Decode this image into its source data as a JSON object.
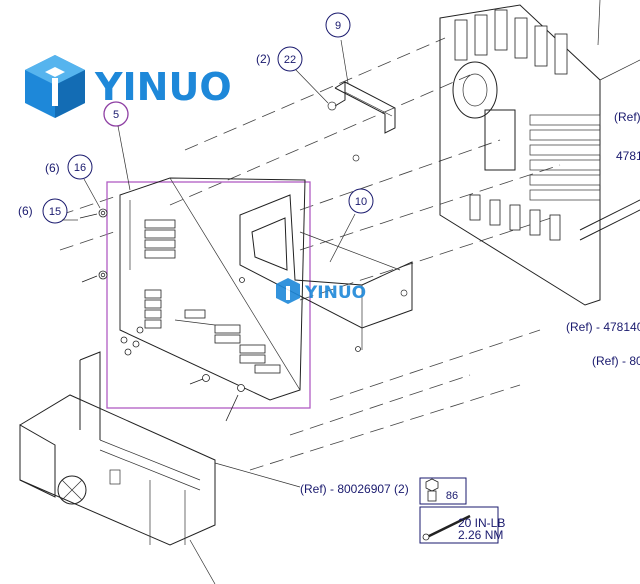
{
  "logo": {
    "brand": "YINUO",
    "watermark": "YINUO"
  },
  "callouts": {
    "c9": {
      "num": "9"
    },
    "c22": {
      "qty": "(2)",
      "num": "22"
    },
    "c5": {
      "num": "5"
    },
    "c16": {
      "qty": "(6)",
      "num": "16"
    },
    "c15": {
      "qty": "(6)",
      "num": "15"
    },
    "c10": {
      "num": "10"
    }
  },
  "refs": {
    "r1": "(Ref)",
    "r2": "4781",
    "r3": "(Ref) - 478140",
    "r4": "(Ref) - 80",
    "r5": "(Ref) - 80026907 (2)"
  },
  "tool_box": {
    "socket": "86",
    "torque_top": "20 IN-LB",
    "torque_bottom": "2.26 NM"
  },
  "colors": {
    "brand": "#1e88d9",
    "highlight": "#b05cc4",
    "callout": "#1a1a6e"
  }
}
